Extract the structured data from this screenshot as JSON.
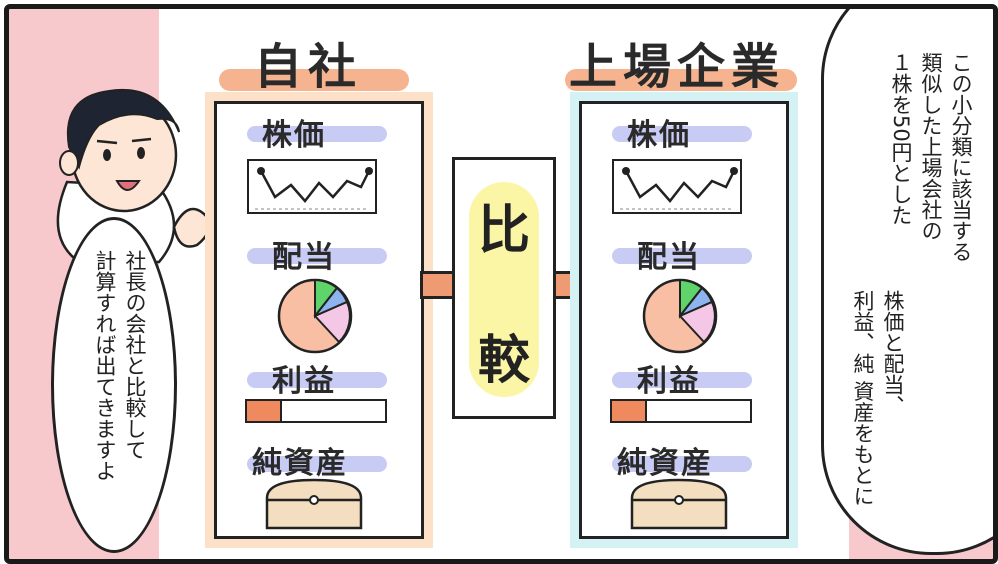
{
  "colors": {
    "background": "#f7c9cc",
    "title_highlight": "#f5b48f",
    "label_highlight": "#c8cbf3",
    "left_card_glow": "#fde0c8",
    "right_card_glow": "#d4f1f4",
    "compare_highlight": "#fbf5a6",
    "connector": "#ee9a73"
  },
  "left_panel": {
    "title": "自社",
    "labels": {
      "stock_price": "株価",
      "dividend": "配当",
      "profit": "利益",
      "net_assets": "純資産"
    },
    "profit_bar_fill": 0.25
  },
  "right_panel": {
    "title": "上場企業",
    "labels": {
      "stock_price": "株価",
      "dividend": "配当",
      "profit": "利益",
      "net_assets": "純資産"
    },
    "profit_bar_fill": 0.25
  },
  "center": {
    "top": "比",
    "bottom": "較"
  },
  "left_bubble": {
    "line1": "社長の会社と比較して",
    "line2": "計算すれば出てきますよ"
  },
  "right_bubble": {
    "line1": "この小分類に該当する",
    "line2": "類似した上場会社の",
    "line3": "１株を50円とした",
    "line4": "株価と配当、",
    "line5": "利益、純 資産をもとに"
  }
}
